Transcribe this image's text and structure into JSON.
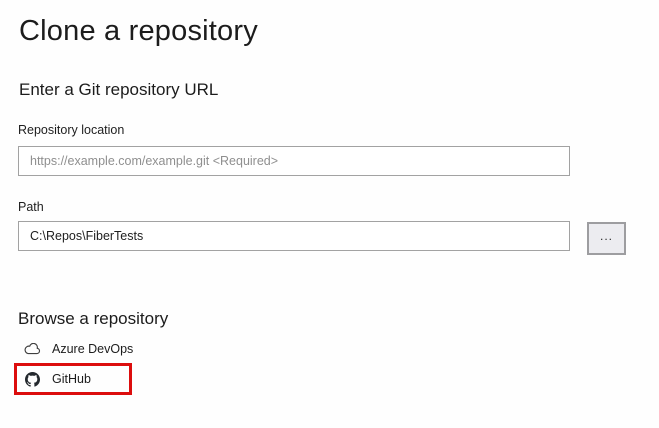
{
  "page": {
    "title": "Clone a repository"
  },
  "url_section": {
    "heading": "Enter a Git repository URL",
    "repository_location": {
      "label": "Repository location",
      "value": "",
      "placeholder": "https://example.com/example.git <Required>"
    },
    "path_field": {
      "label": "Path",
      "value": "C:\\Repos\\FiberTests"
    },
    "browse_path_button_label": "..."
  },
  "browse_section": {
    "heading": "Browse a repository",
    "providers": [
      {
        "label": "Azure DevOps",
        "icon": "cloud-icon",
        "highlighted": false
      },
      {
        "label": "GitHub",
        "icon": "github-icon",
        "highlighted": true
      }
    ]
  },
  "colors": {
    "background": "#fefefe",
    "text_primary": "#1c1c1c",
    "placeholder_text": "#8f8f8f",
    "input_border": "#a2a2a2",
    "button_background": "#ececf0",
    "button_border": "#9d9da0",
    "highlight_border": "#dc0d0d",
    "github_icon": "#24292e",
    "cloud_icon_stroke": "#3f3f3f"
  }
}
